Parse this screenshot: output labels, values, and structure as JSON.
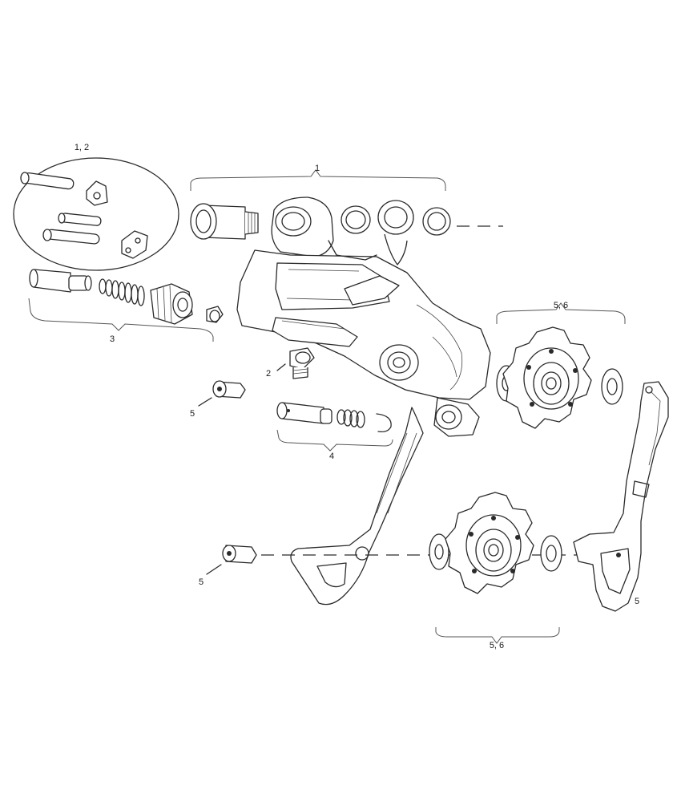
{
  "callouts": {
    "group_1_2": "1, 2",
    "group_1": "1",
    "group_3": "3",
    "part_2": "2",
    "group_4": "4",
    "part_5_upper_bolt": "5",
    "part_5_lower_bolt": "5",
    "part_5_cage": "5",
    "group_5_6_upper": "5, 6",
    "group_5_6_lower": "5, 6"
  }
}
